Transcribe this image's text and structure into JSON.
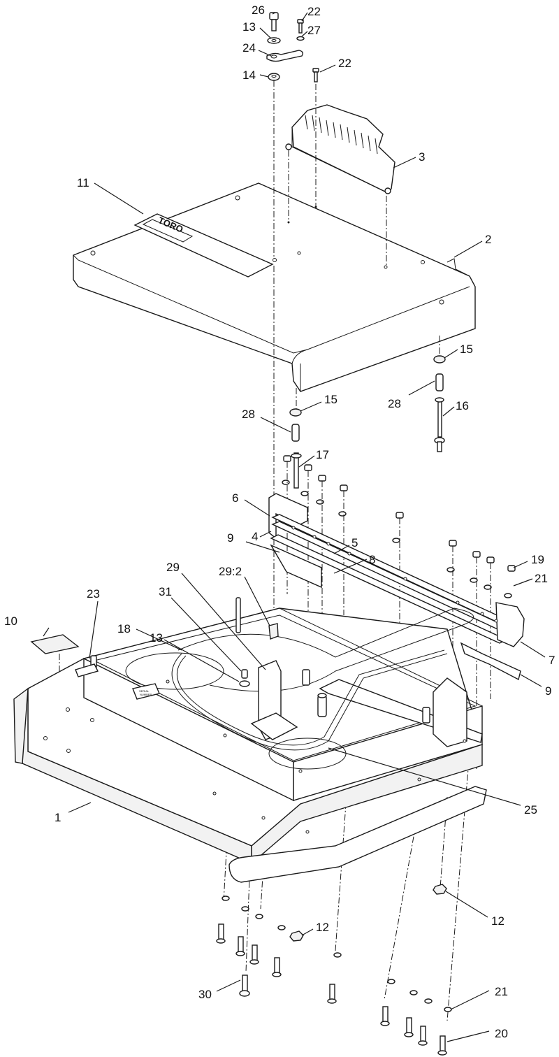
{
  "callouts": [
    {
      "label": "26"
    },
    {
      "label": "22"
    },
    {
      "label": "13"
    },
    {
      "label": "27"
    },
    {
      "label": "24"
    },
    {
      "label": "14"
    },
    {
      "label": "22"
    },
    {
      "label": "3"
    },
    {
      "label": "11"
    },
    {
      "label": "2"
    },
    {
      "label": "15"
    },
    {
      "label": "15"
    },
    {
      "label": "28"
    },
    {
      "label": "28"
    },
    {
      "label": "16"
    },
    {
      "label": "17"
    },
    {
      "label": "6"
    },
    {
      "label": "4"
    },
    {
      "label": "9"
    },
    {
      "label": "5"
    },
    {
      "label": "8"
    },
    {
      "label": "29"
    },
    {
      "label": "29:2"
    },
    {
      "label": "19"
    },
    {
      "label": "21"
    },
    {
      "label": "23"
    },
    {
      "label": "31"
    },
    {
      "label": "10"
    },
    {
      "label": "18"
    },
    {
      "label": "13"
    },
    {
      "label": "7"
    },
    {
      "label": "9"
    },
    {
      "label": "25"
    },
    {
      "label": "1"
    },
    {
      "label": "12"
    },
    {
      "label": "12"
    },
    {
      "label": "30"
    },
    {
      "label": "21"
    },
    {
      "label": "20"
    }
  ],
  "decals": {
    "logo": "TORO",
    "serial_line1": "SERIAL",
    "serial_line2": "NUMBER"
  }
}
